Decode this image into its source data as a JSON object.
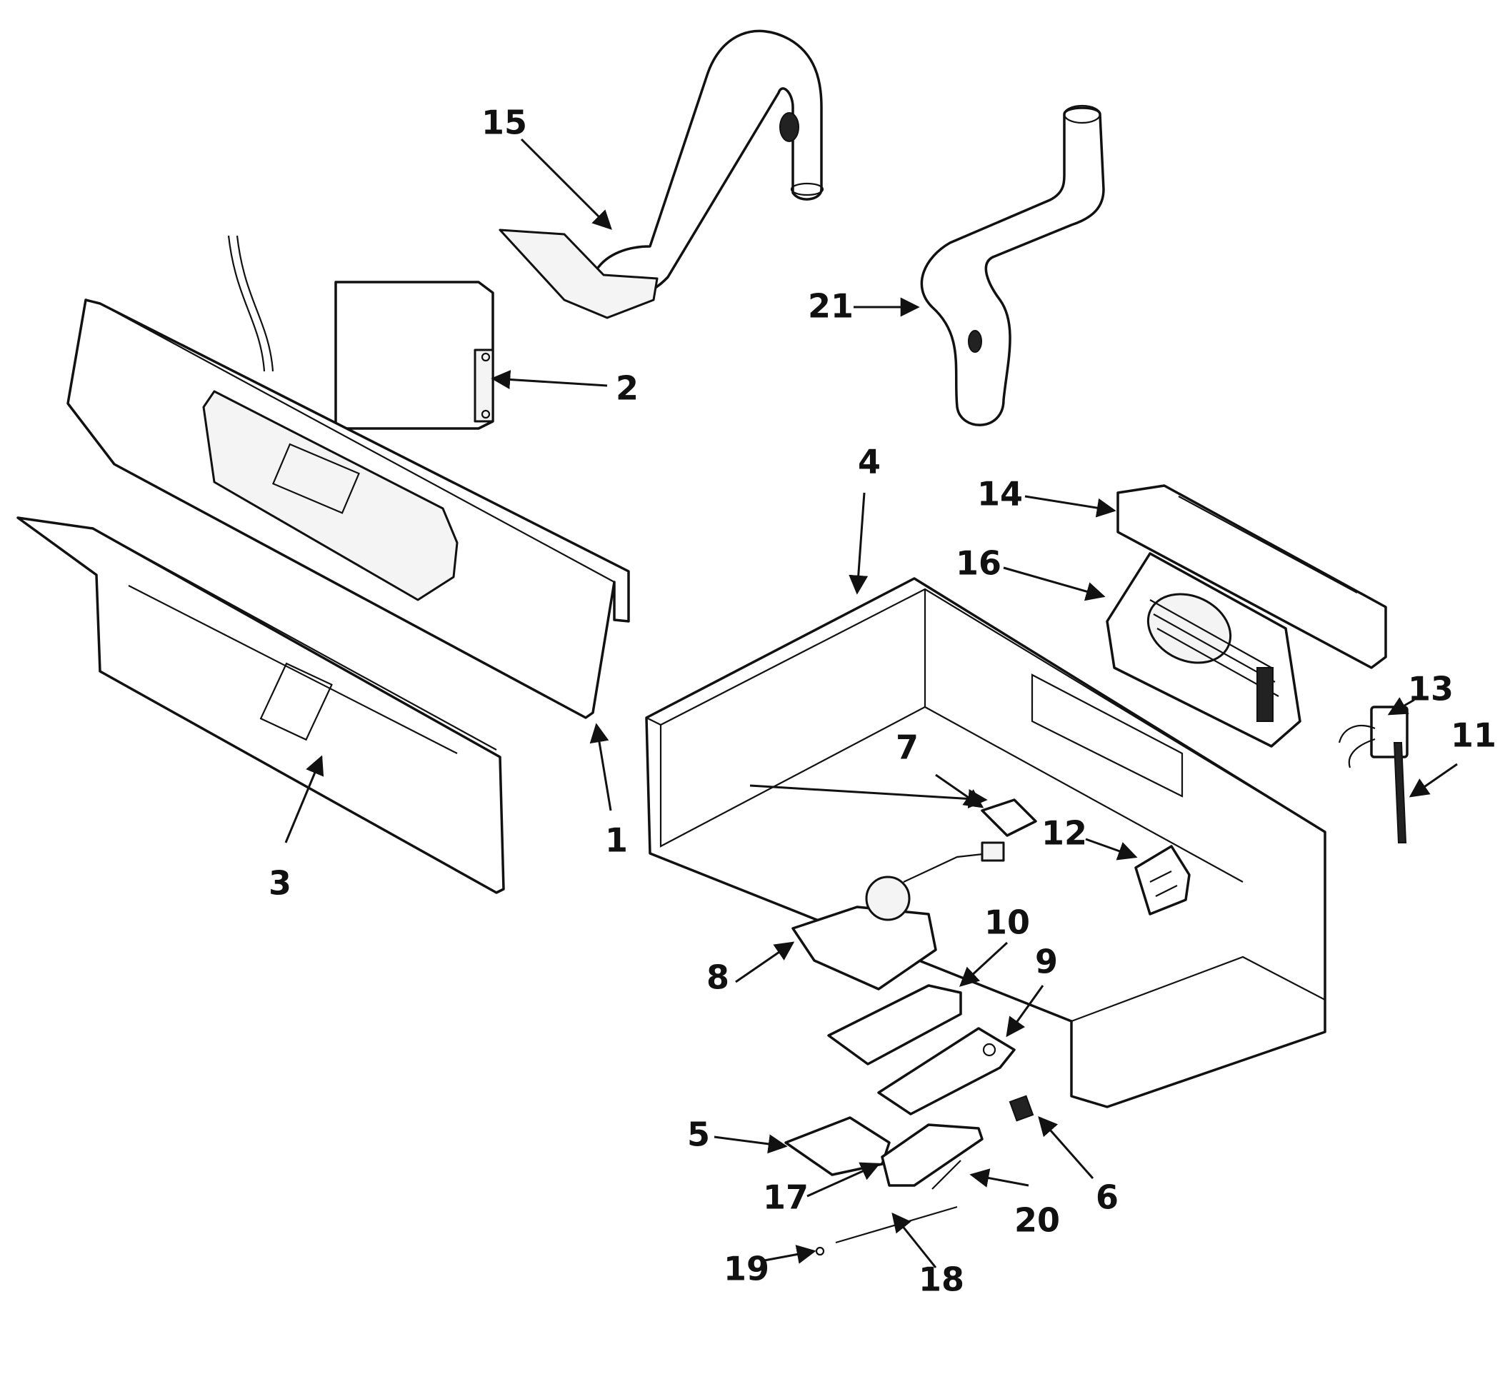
{
  "diagram": {
    "callouts": [
      {
        "id": "1",
        "label": "1"
      },
      {
        "id": "2",
        "label": "2"
      },
      {
        "id": "3",
        "label": "3"
      },
      {
        "id": "4",
        "label": "4"
      },
      {
        "id": "5",
        "label": "5"
      },
      {
        "id": "6",
        "label": "6"
      },
      {
        "id": "7",
        "label": "7"
      },
      {
        "id": "8",
        "label": "8"
      },
      {
        "id": "9",
        "label": "9"
      },
      {
        "id": "10",
        "label": "10"
      },
      {
        "id": "11",
        "label": "11"
      },
      {
        "id": "12",
        "label": "12"
      },
      {
        "id": "13",
        "label": "13"
      },
      {
        "id": "14",
        "label": "14"
      },
      {
        "id": "15",
        "label": "15"
      },
      {
        "id": "16",
        "label": "16"
      },
      {
        "id": "17",
        "label": "17"
      },
      {
        "id": "18",
        "label": "18"
      },
      {
        "id": "19",
        "label": "19"
      },
      {
        "id": "20",
        "label": "20"
      },
      {
        "id": "21",
        "label": "21"
      }
    ],
    "colors": {
      "ink": "#111111",
      "paper": "#ffffff"
    }
  }
}
